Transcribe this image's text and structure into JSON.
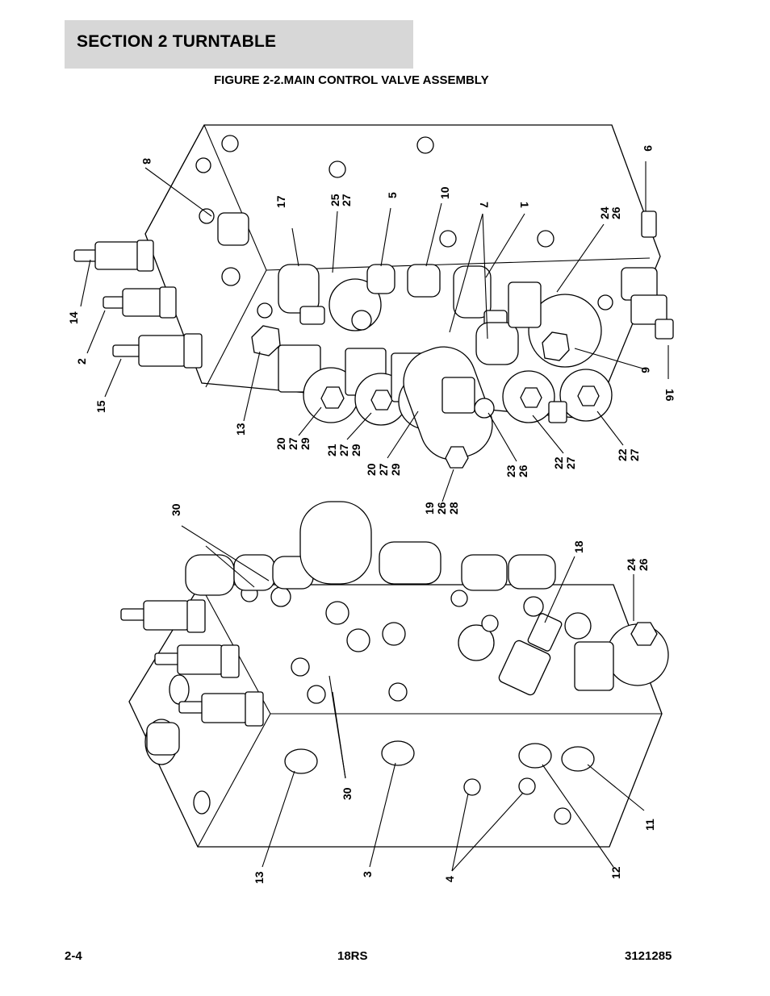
{
  "header": {
    "section": "SECTION 2   TURNTABLE",
    "figure_title": "FIGURE 2-2.MAIN CONTROL VALVE ASSEMBLY"
  },
  "callouts_top": {
    "c8": "8",
    "c9": "9",
    "c17": "17",
    "c25": "25",
    "c27a": "27",
    "c5": "5",
    "c10": "10",
    "c7": "7",
    "c1": "1",
    "c24": "24",
    "c26a": "26",
    "c14": "14",
    "c2": "2",
    "c15": "15",
    "c16": "16",
    "c6": "6",
    "c13": "13",
    "c20a": "20",
    "c27b": "27",
    "c29a": "29",
    "c21": "21",
    "c27c": "27",
    "c29b": "29",
    "c20b": "20",
    "c27d": "27",
    "c29c": "29",
    "c19": "19",
    "c26b": "26",
    "c28": "28",
    "c23": "23",
    "c26c": "26",
    "c22a": "22",
    "c27e": "27",
    "c22b": "22",
    "c27f": "27"
  },
  "callouts_bottom": {
    "c30a": "30",
    "c18": "18",
    "c24": "24",
    "c26": "26",
    "c30b": "30",
    "c11": "11",
    "c13": "13",
    "c3": "3",
    "c4": "4",
    "c12": "12"
  },
  "footer": {
    "page": "2-4",
    "model": "18RS",
    "doc_number": "3121285"
  }
}
